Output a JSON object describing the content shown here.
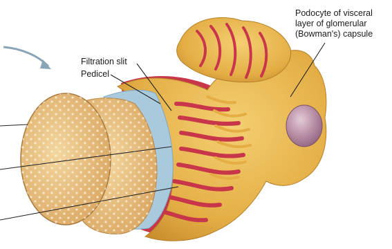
{
  "labels": {
    "filtration_slit": "Filtration slit",
    "pedicel": "Pedicel",
    "podocyte_line1": "Podocyte of visceral",
    "podocyte_line2": "layer of glomerular",
    "podocyte_line3": "(Bowman's) capsule"
  },
  "colors": {
    "podocyte": "#e8b84e",
    "pedicel_red": "#c8364a",
    "capillary_fill": "#e6b877",
    "basement_membrane": "#a9c9dd",
    "nucleus": "#b48aa0"
  }
}
